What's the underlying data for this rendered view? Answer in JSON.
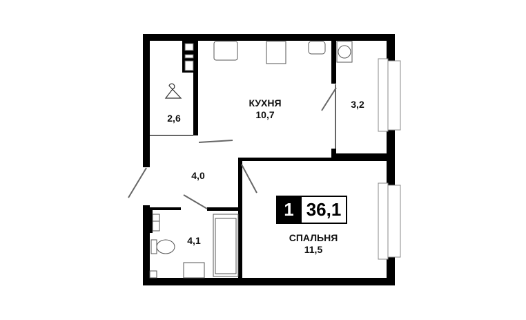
{
  "rooms": {
    "kitchen": {
      "name": "КУХНЯ",
      "area": "10,7"
    },
    "bathroom_small": {
      "area": "3,2"
    },
    "wardrobe": {
      "area": "2,6"
    },
    "hallway": {
      "area": "4,0"
    },
    "bathroom": {
      "area": "4,1"
    },
    "bedroom": {
      "name": "СПАЛЬНЯ",
      "area": "11,5"
    }
  },
  "badge": {
    "rooms": "1",
    "total_area": "36,1"
  }
}
